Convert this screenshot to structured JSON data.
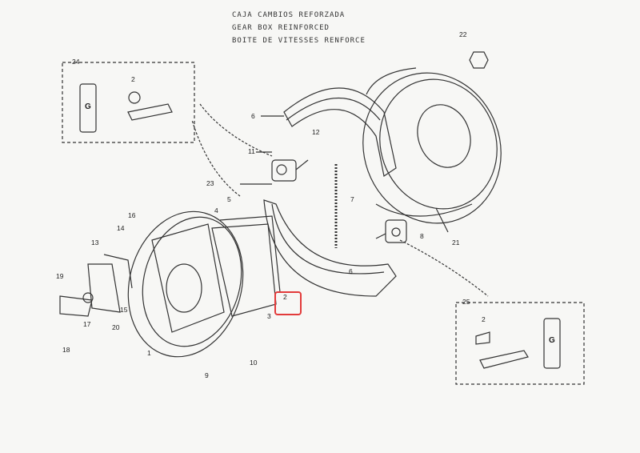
{
  "title": {
    "es": "CAJA CAMBIOS REFORZADA",
    "en": "GEAR BOX REINFORCED",
    "fr": "BOITE DE VITESSES RENFORCE"
  },
  "callouts": [
    {
      "id": "22",
      "text": "22"
    },
    {
      "id": "24",
      "text": "24"
    },
    {
      "id": "6a",
      "text": "6"
    },
    {
      "id": "12",
      "text": "12"
    },
    {
      "id": "11",
      "text": "11"
    },
    {
      "id": "23",
      "text": "23"
    },
    {
      "id": "5",
      "text": "5"
    },
    {
      "id": "4",
      "text": "4"
    },
    {
      "id": "7",
      "text": "7"
    },
    {
      "id": "8",
      "text": "8"
    },
    {
      "id": "21",
      "text": "21"
    },
    {
      "id": "16",
      "text": "16"
    },
    {
      "id": "14",
      "text": "14"
    },
    {
      "id": "13",
      "text": "13"
    },
    {
      "id": "19",
      "text": "19"
    },
    {
      "id": "15",
      "text": "15"
    },
    {
      "id": "20",
      "text": "20"
    },
    {
      "id": "17",
      "text": "17"
    },
    {
      "id": "18",
      "text": "18"
    },
    {
      "id": "1",
      "text": "1"
    },
    {
      "id": "9",
      "text": "9"
    },
    {
      "id": "10",
      "text": "10"
    },
    {
      "id": "3",
      "text": "3"
    },
    {
      "id": "2b",
      "text": "2"
    },
    {
      "id": "6b",
      "text": "6"
    },
    {
      "id": "25",
      "text": "25"
    },
    {
      "id": "2c",
      "text": "2"
    },
    {
      "id": "2a",
      "text": "2"
    }
  ],
  "kit_labels": {
    "left_g": "G",
    "right_g": "G"
  },
  "highlight_color": "#e23b3b"
}
